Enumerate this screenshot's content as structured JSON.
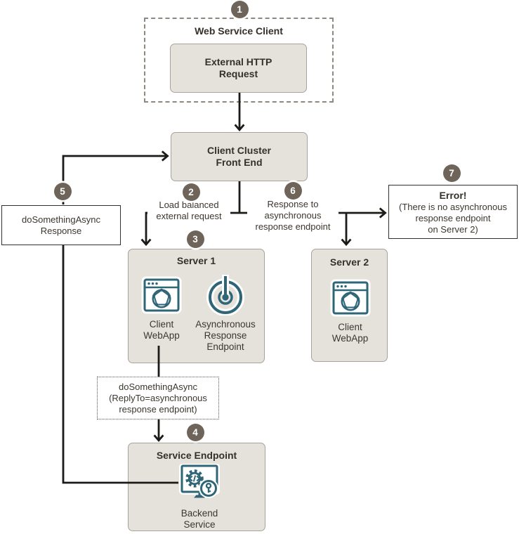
{
  "colors": {
    "accent_teal": "#2e6577",
    "node_fill": "#e5e2db",
    "node_border": "#a8a29a",
    "badge_fill": "#6f6459",
    "connector_line": "#1c1a17",
    "text": "#3c362f"
  },
  "badges": {
    "b1": "1",
    "b2": "2",
    "b3": "3",
    "b4": "4",
    "b5": "5",
    "b6": "6",
    "b7": "7"
  },
  "client": {
    "title": "Web Service Client",
    "request": "External HTTP\nRequest"
  },
  "front_end": {
    "label": "Client Cluster\nFront End"
  },
  "flow_labels": {
    "load_balanced": "Load balanced\nexternal request",
    "async_response": "Response to\nasynchronous\nresponse endpoint"
  },
  "error": {
    "title": "Error!",
    "body": "(There is no asynchronous\nresponse endpoint\non Server 2)"
  },
  "server1": {
    "title": "Server 1",
    "webapp_label": "Client\nWebApp",
    "endpoint_label": "Asynchronous\nResponse\nEndpoint"
  },
  "server2": {
    "title": "Server 2",
    "webapp_label": "Client\nWebApp"
  },
  "messages": {
    "response": "doSomethingAsync\nResponse",
    "request": "doSomethingAsync\n(ReplyTo=asynchronous\nresponse endpoint)"
  },
  "service": {
    "title": "Service Endpoint",
    "backend_label": "Backend\nService"
  },
  "icons": {
    "webapp": "browser-globe-icon",
    "endpoint": "target-endpoint-icon",
    "backend": "monitor-gear-key-icon"
  }
}
